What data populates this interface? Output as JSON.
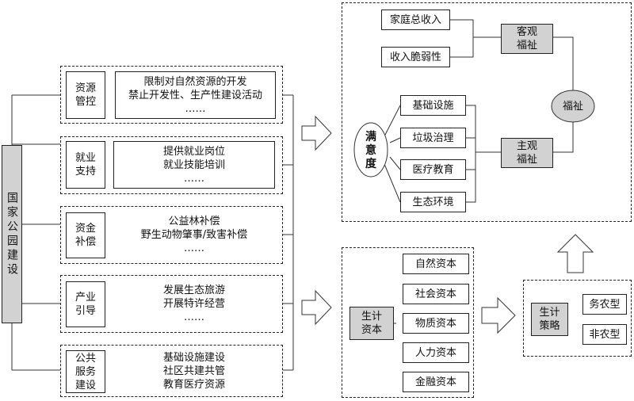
{
  "main_title": "国家公园建设",
  "measures": [
    {
      "label": "资源\n管控",
      "content": "限制对自然资源的开发\n禁止开发性、生产性建设活动\n……"
    },
    {
      "label": "就业\n支持",
      "content": "提供就业岗位\n就业技能培训\n……"
    },
    {
      "label": "资金\n补偿",
      "content": "公益林补偿\n野生动物肇事/致害补偿\n……"
    },
    {
      "label": "产业\n引导",
      "content": "发展生态旅游\n开展特许经营\n……"
    },
    {
      "label": "公共\n服务\n建设",
      "content": "基础设施建设\n社区共建共管\n教育医疗资源"
    }
  ],
  "welfare": {
    "objective_inputs": [
      "家庭总收入",
      "收入脆弱性"
    ],
    "objective_label": "客观\n福祉",
    "satisfaction_label": "满\n意\n度",
    "satisfaction_items": [
      "基础设施",
      "垃圾治理",
      "医疗教育",
      "生态环境"
    ],
    "subjective_label": "主观\n福祉",
    "welfare_label": "福祉"
  },
  "livelihood_capital": {
    "label": "生计\n资本",
    "items": [
      "自然资本",
      "社会资本",
      "物质资本",
      "人力资本",
      "金融资本"
    ]
  },
  "livelihood_strategy": {
    "label": "生计\n策略",
    "items": [
      "务农型",
      "非农型"
    ]
  }
}
